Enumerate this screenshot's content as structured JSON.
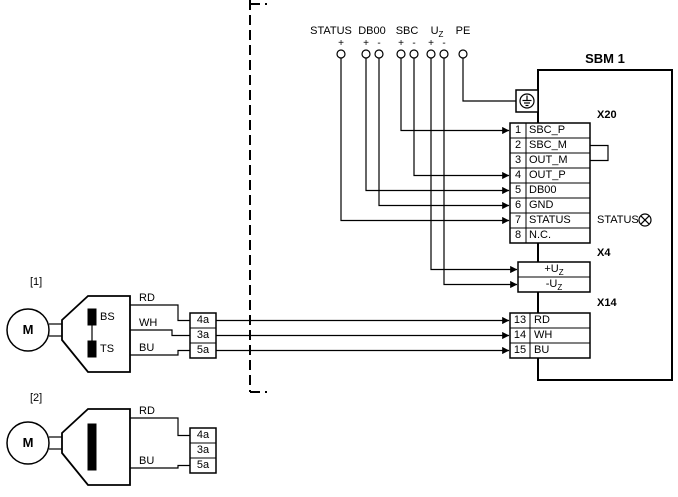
{
  "top_terminals": {
    "status": {
      "label": "STATUS",
      "plus": "+"
    },
    "db00": {
      "label": "DB00",
      "plus": "+",
      "minus": "-"
    },
    "sbc": {
      "label": "SBC",
      "plus": "+",
      "minus": "-"
    },
    "uz": {
      "base": "U",
      "sub": "Z",
      "plus": "+",
      "minus": "-"
    },
    "pe": {
      "label": "PE"
    }
  },
  "sbm": {
    "title": "SBM 1",
    "x20": {
      "label": "X20",
      "rows": [
        {
          "num": "1",
          "name": "SBC_P"
        },
        {
          "num": "2",
          "name": "SBC_M"
        },
        {
          "num": "3",
          "name": "OUT_M"
        },
        {
          "num": "4",
          "name": "OUT_P"
        },
        {
          "num": "5",
          "name": "DB00"
        },
        {
          "num": "6",
          "name": "GND"
        },
        {
          "num": "7",
          "name": "STATUS"
        },
        {
          "num": "8",
          "name": "N.C."
        }
      ]
    },
    "status_indicator": {
      "label": "STATUS"
    },
    "x4": {
      "label": "X4",
      "rows": [
        {
          "sign": "+",
          "base": "U",
          "sub": "Z"
        },
        {
          "sign": "-",
          "base": "U",
          "sub": "Z"
        }
      ]
    },
    "x14": {
      "label": "X14",
      "rows": [
        {
          "num": "13",
          "name": "RD"
        },
        {
          "num": "14",
          "name": "WH"
        },
        {
          "num": "15",
          "name": "BU"
        }
      ]
    }
  },
  "motor1": {
    "ref": "[1]",
    "label": "M",
    "coil_top": "BS",
    "coil_bottom": "TS",
    "wire_rd": "RD",
    "wire_wh": "WH",
    "wire_bu": "BU",
    "terminals": [
      "4a",
      "3a",
      "5a"
    ]
  },
  "motor2": {
    "ref": "[2]",
    "label": "M",
    "wire_rd": "RD",
    "wire_bu": "BU",
    "terminals": [
      "4a",
      "3a",
      "5a"
    ]
  }
}
